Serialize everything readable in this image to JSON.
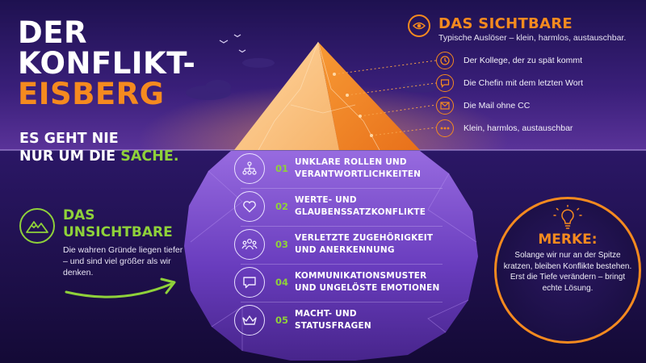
{
  "title": {
    "line1": "DER",
    "line2": "KONFLIKT-",
    "line3": "EISBERG"
  },
  "tagline": {
    "line1": "ES GEHT NIE",
    "line2_prefix": "NUR UM DIE ",
    "line2_accent": "SACHE."
  },
  "visible": {
    "title": "DAS SICHTBARE",
    "subtitle": "Typische Auslöser – klein, harmlos, austauschbar.",
    "icon": "eye-icon",
    "items": [
      {
        "icon": "clock-icon",
        "text": "Der Kollege, der zu spät kommt"
      },
      {
        "icon": "speech-bubble-icon",
        "text": "Die Chefin mit dem letzten Wort"
      },
      {
        "icon": "envelope-icon",
        "text": "Die Mail ohne CC"
      },
      {
        "icon": "dots-icon",
        "text": "Klein, harmlos, austauschbar"
      }
    ]
  },
  "underwater": {
    "items": [
      {
        "num": "01",
        "icon": "org-chart-icon",
        "line1": "UNKLARE ROLLEN UND",
        "line2": "VERANTWORTLICHKEITEN"
      },
      {
        "num": "02",
        "icon": "heart-icon",
        "line1": "WERTE- UND",
        "line2": "GLAUBENSSATZKONFLIKTE"
      },
      {
        "num": "03",
        "icon": "group-icon",
        "line1": "VERLETZTE ZUGEHÖRIGKEIT",
        "line2": "UND ANERKENNUNG"
      },
      {
        "num": "04",
        "icon": "chat-bubble-icon",
        "line1": "KOMMUNIKATIONSMUSTER",
        "line2": "UND UNGELÖSTE EMOTIONEN"
      },
      {
        "num": "05",
        "icon": "crown-icon",
        "line1": "MACHT- UND",
        "line2": "STATUSFRAGEN"
      }
    ]
  },
  "invisible": {
    "title_line1": "DAS",
    "title_line2": "UNSICHTBARE",
    "text": "Die wahren Gründe liegen tiefer – und sind viel größer als wir denken.",
    "icon": "mountain-icon"
  },
  "merke": {
    "title": "MERKE:",
    "text": "Solange wir nur an der Spitze kratzen, bleiben Konflikte bestehen. Erst die Tiefe verändern – bringt echte Lösung.",
    "icon": "lightbulb-icon"
  },
  "colors": {
    "background": "#1a0f3d",
    "orange": "#f58a1f",
    "green": "#8fd13a",
    "purple": "#7a4fd0"
  }
}
